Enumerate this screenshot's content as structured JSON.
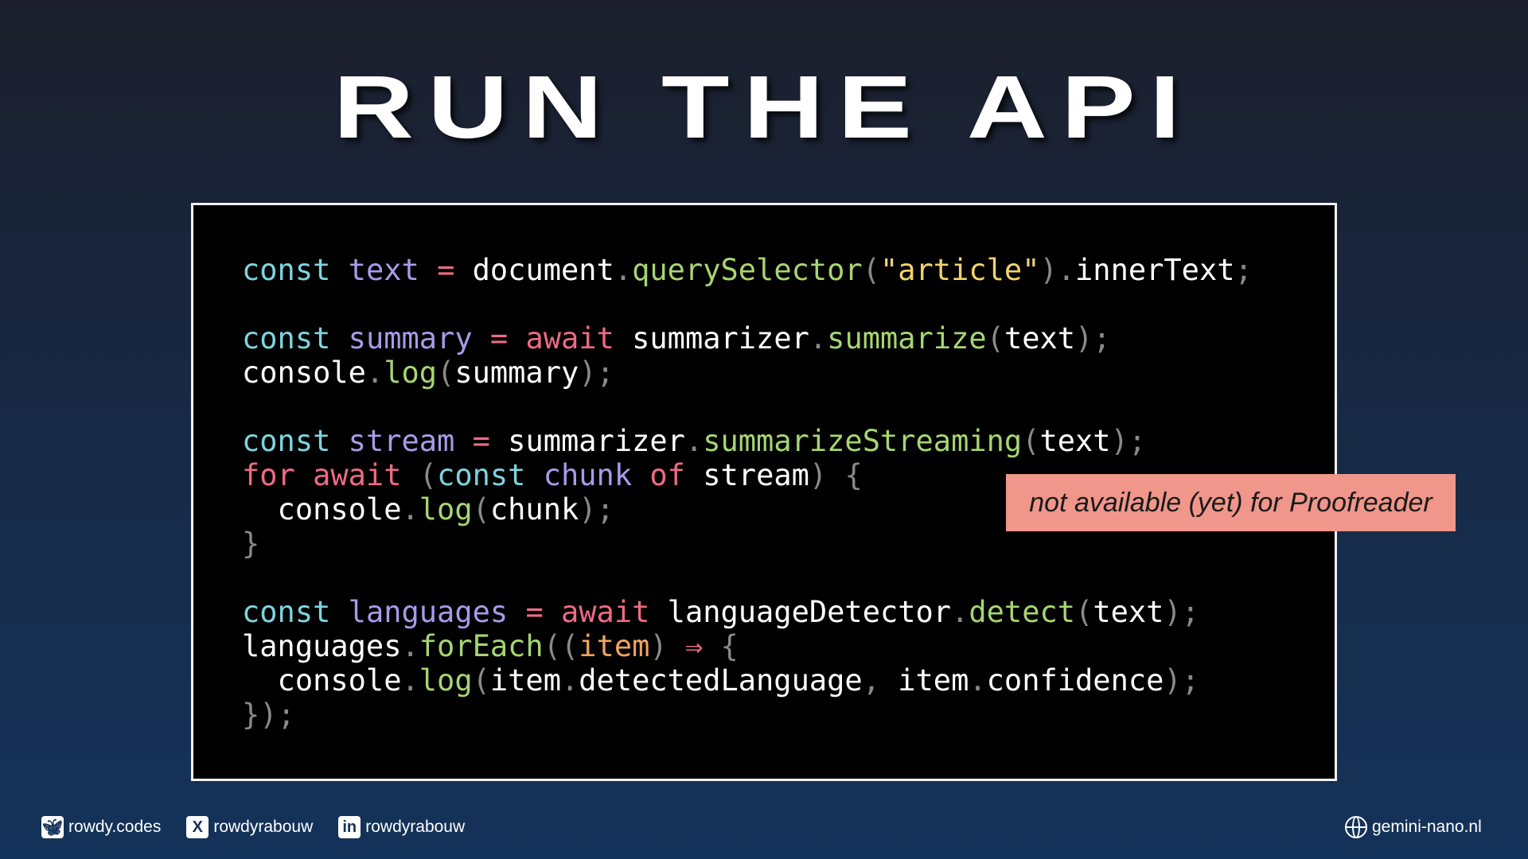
{
  "title": "RUN THE API",
  "code_lines": [
    [
      [
        "const",
        "kw"
      ],
      [
        " ",
        "id"
      ],
      [
        "text",
        "var"
      ],
      [
        " ",
        "id"
      ],
      [
        "=",
        "op"
      ],
      [
        " document",
        "id"
      ],
      [
        ".",
        "pun"
      ],
      [
        "querySelector",
        "fn"
      ],
      [
        "(",
        "pun"
      ],
      [
        "\"article\"",
        "str"
      ],
      [
        ")",
        "pun"
      ],
      [
        ".",
        "pun"
      ],
      [
        "innerText",
        "id"
      ],
      [
        ";",
        "pun"
      ]
    ],
    [],
    [
      [
        "const",
        "kw"
      ],
      [
        " ",
        "id"
      ],
      [
        "summary",
        "var"
      ],
      [
        " ",
        "id"
      ],
      [
        "=",
        "op"
      ],
      [
        " ",
        "id"
      ],
      [
        "await",
        "op"
      ],
      [
        " summarizer",
        "id"
      ],
      [
        ".",
        "pun"
      ],
      [
        "summarize",
        "fn"
      ],
      [
        "(",
        "pun"
      ],
      [
        "text",
        "id"
      ],
      [
        ")",
        "pun"
      ],
      [
        ";",
        "pun"
      ]
    ],
    [
      [
        "console",
        "id"
      ],
      [
        ".",
        "pun"
      ],
      [
        "log",
        "fn"
      ],
      [
        "(",
        "pun"
      ],
      [
        "summary",
        "id"
      ],
      [
        ")",
        "pun"
      ],
      [
        ";",
        "pun"
      ]
    ],
    [],
    [
      [
        "const",
        "kw"
      ],
      [
        " ",
        "id"
      ],
      [
        "stream",
        "var"
      ],
      [
        " ",
        "id"
      ],
      [
        "=",
        "op"
      ],
      [
        " summarizer",
        "id"
      ],
      [
        ".",
        "pun"
      ],
      [
        "summarizeStreaming",
        "fn"
      ],
      [
        "(",
        "pun"
      ],
      [
        "text",
        "id"
      ],
      [
        ")",
        "pun"
      ],
      [
        ";",
        "pun"
      ]
    ],
    [
      [
        "for",
        "op"
      ],
      [
        " ",
        "id"
      ],
      [
        "await",
        "op"
      ],
      [
        " ",
        "id"
      ],
      [
        "(",
        "pun"
      ],
      [
        "const",
        "kw"
      ],
      [
        " ",
        "id"
      ],
      [
        "chunk",
        "var"
      ],
      [
        " ",
        "id"
      ],
      [
        "of",
        "op"
      ],
      [
        " stream",
        "id"
      ],
      [
        ")",
        "pun"
      ],
      [
        " ",
        "id"
      ],
      [
        "{",
        "pun"
      ]
    ],
    [
      [
        "  console",
        "id"
      ],
      [
        ".",
        "pun"
      ],
      [
        "log",
        "fn"
      ],
      [
        "(",
        "pun"
      ],
      [
        "chunk",
        "id"
      ],
      [
        ")",
        "pun"
      ],
      [
        ";",
        "pun"
      ]
    ],
    [
      [
        "}",
        "pun"
      ]
    ],
    [],
    [
      [
        "const",
        "kw"
      ],
      [
        " ",
        "id"
      ],
      [
        "languages",
        "var"
      ],
      [
        " ",
        "id"
      ],
      [
        "=",
        "op"
      ],
      [
        " ",
        "id"
      ],
      [
        "await",
        "op"
      ],
      [
        " languageDetector",
        "id"
      ],
      [
        ".",
        "pun"
      ],
      [
        "detect",
        "fn"
      ],
      [
        "(",
        "pun"
      ],
      [
        "text",
        "id"
      ],
      [
        ")",
        "pun"
      ],
      [
        ";",
        "pun"
      ]
    ],
    [
      [
        "languages",
        "id"
      ],
      [
        ".",
        "pun"
      ],
      [
        "forEach",
        "fn"
      ],
      [
        "((",
        "pun"
      ],
      [
        "item",
        "param"
      ],
      [
        ")",
        "pun"
      ],
      [
        " ",
        "id"
      ],
      [
        "⇒",
        "op"
      ],
      [
        " ",
        "id"
      ],
      [
        "{",
        "pun"
      ]
    ],
    [
      [
        "  console",
        "id"
      ],
      [
        ".",
        "pun"
      ],
      [
        "log",
        "fn"
      ],
      [
        "(",
        "pun"
      ],
      [
        "item",
        "id"
      ],
      [
        ".",
        "pun"
      ],
      [
        "detectedLanguage",
        "id"
      ],
      [
        ",",
        "pun"
      ],
      [
        " item",
        "id"
      ],
      [
        ".",
        "pun"
      ],
      [
        "confidence",
        "id"
      ],
      [
        ")",
        "pun"
      ],
      [
        ";",
        "pun"
      ]
    ],
    [
      [
        "})",
        "pun"
      ],
      [
        ";",
        "pun"
      ]
    ]
  ],
  "callout": "not available (yet) for Proofreader",
  "footer": {
    "bluesky": "rowdy.codes",
    "x": "rowdyrabouw",
    "linkedin": "rowdyrabouw",
    "website": "gemini-nano.nl"
  },
  "colors": {
    "callout_bg": "#f0968a",
    "keyword": "#7fd3df",
    "variable": "#a99ae8",
    "operator": "#ef6a84",
    "function": "#a6d672",
    "string": "#f1d46c"
  }
}
